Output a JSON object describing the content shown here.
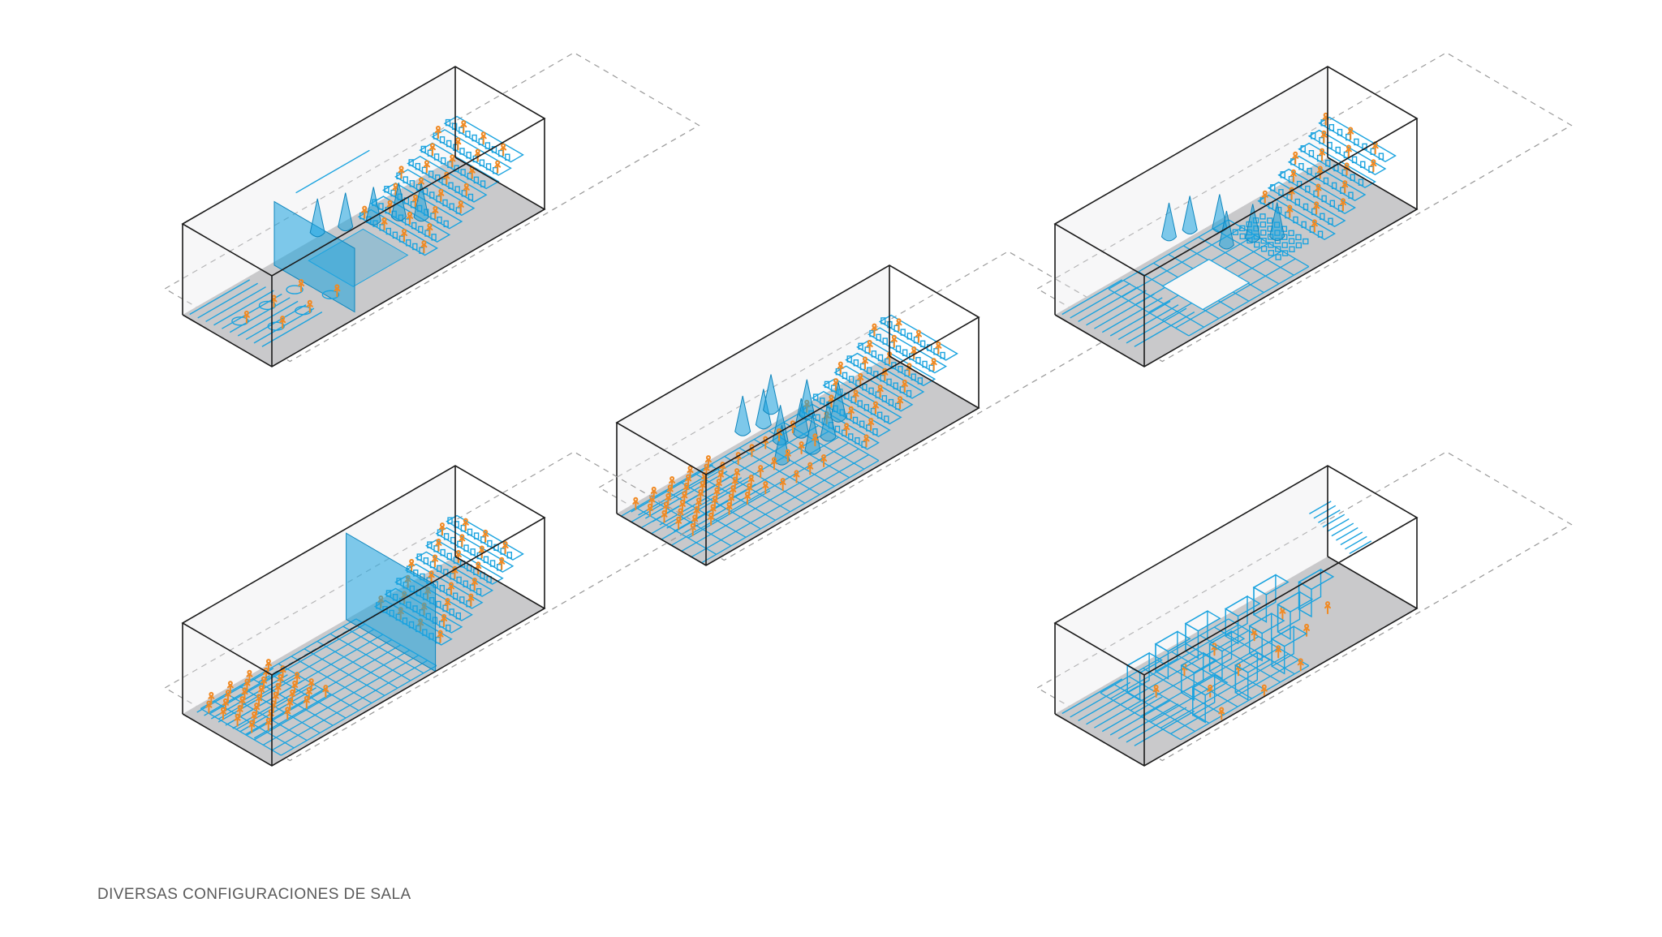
{
  "caption": "DIVERSAS CONFIGURACIONES DE SALA",
  "colors": {
    "accent_blue": "#1aa3df",
    "person_orange": "#f08a24",
    "floor_gray": "#c9c9cb",
    "edge_black": "#1a1a1a",
    "dash_gray": "#9a9a9a"
  },
  "configurations": [
    {
      "id": "top-left",
      "elements": [
        "stage",
        "suspended-cones",
        "screen-panel",
        "tiered-seating",
        "lounge-furniture",
        "stair-block"
      ]
    },
    {
      "id": "center",
      "elements": [
        "suspended-cones",
        "tiered-seating-back",
        "tiered-seating-front",
        "floor-grid"
      ]
    },
    {
      "id": "top-right",
      "elements": [
        "central-platform",
        "suspended-cones",
        "tiered-seating",
        "seating-block",
        "floor-grid",
        "stair-block"
      ]
    },
    {
      "id": "bottom-left",
      "elements": [
        "screen-panel",
        "tiered-seating-back",
        "tiered-seating-front",
        "floor-grid"
      ]
    },
    {
      "id": "bottom-right",
      "elements": [
        "exhibition-booths",
        "floor-grid",
        "stair-block",
        "side-stair-block"
      ]
    }
  ]
}
